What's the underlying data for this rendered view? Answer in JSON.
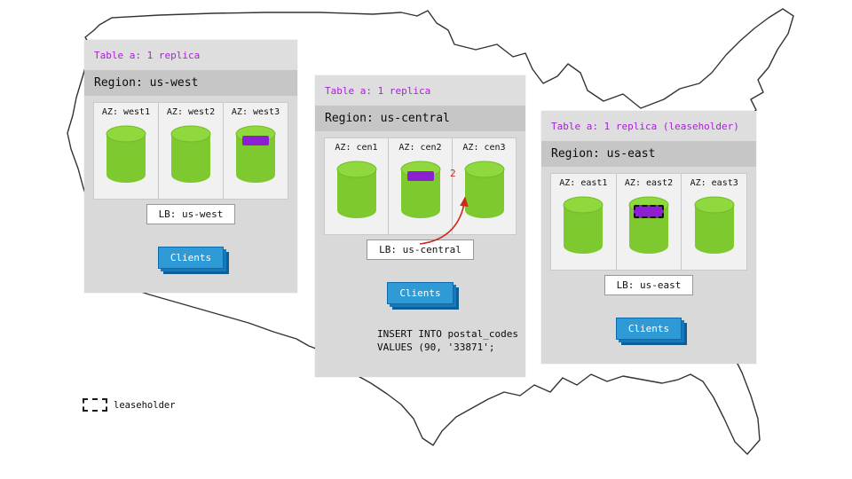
{
  "map": {
    "name": "united-states-outline"
  },
  "panels": [
    {
      "title": "Table a: 1 replica",
      "region": "Region: us-west",
      "azs": [
        {
          "label": "AZ: west1",
          "replica": false
        },
        {
          "label": "AZ: west2",
          "replica": false
        },
        {
          "label": "AZ: west3",
          "replica": true
        }
      ],
      "lb": "LB: us-west",
      "clients": "Clients"
    },
    {
      "title": "Table a: 1 replica",
      "region": "Region: us-central",
      "azs": [
        {
          "label": "AZ: cen1",
          "replica": false
        },
        {
          "label": "AZ: cen2",
          "replica": true
        },
        {
          "label": "AZ: cen3",
          "replica": false
        }
      ],
      "lb": "LB: us-central",
      "clients": "Clients",
      "arrow_label": "2",
      "sql": [
        "INSERT INTO postal_codes",
        "VALUES (90, '33871';"
      ]
    },
    {
      "title": "Table a: 1 replica (leaseholder)",
      "region": "Region: us-east",
      "azs": [
        {
          "label": "AZ: east1",
          "replica": false
        },
        {
          "label": "AZ: east2",
          "replica": true,
          "leaseholder": true
        },
        {
          "label": "AZ: east3",
          "replica": false
        }
      ],
      "lb": "LB: us-east",
      "clients": "Clients"
    }
  ],
  "legend": {
    "label": "leaseholder"
  },
  "colors": {
    "cylinder_green": "#7dc92f",
    "replica_purple": "#8d1fd3",
    "title_purple": "#a81fd6",
    "clients_blue": "#2e9ad6",
    "arrow_red": "#cc2a1a"
  }
}
